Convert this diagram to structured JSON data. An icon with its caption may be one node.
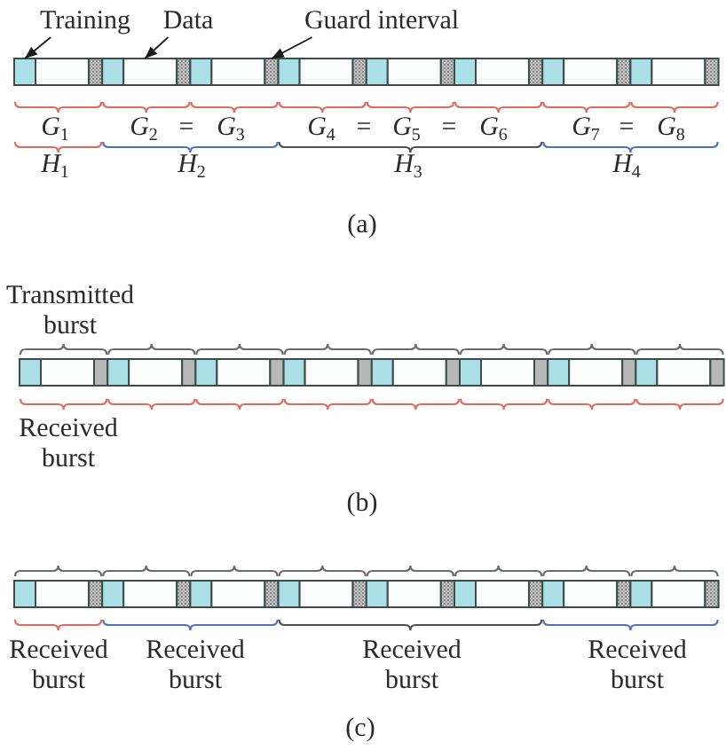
{
  "diagram": {
    "nodes": [
      {
        "text": [
          "Training"
        ]
      },
      {
        "text": [],
        "shape": "box"
      },
      {
        "text": [
          "Data"
        ]
      },
      {
        "text": [],
        "shape": "box"
      },
      {
        "text": [
          "Guard interval"
        ]
      },
      {
        "text": [],
        "shape": "box"
      }
    ],
    "edges": [
      {
        "from": 0,
        "to": 1,
        "arrow": "to"
      },
      {
        "from": 2,
        "to": 3,
        "arrow": "to"
      },
      {
        "from": 4,
        "to": 5,
        "arrow": "to"
      }
    ],
    "labels": [
      "G$_{1}$",
      "G$_{2}$",
      "=",
      "G$_{3}$",
      "G$_{4}$",
      "=",
      "G$_{5}$",
      "=",
      "G$_{6}$",
      "G$_{7}$",
      "=",
      "G$_{8}$",
      "H$_{1}$",
      "H$_{2}$",
      "H$_{3}$",
      "H$_{4}$",
      "(a)",
      "Transmitted burst",
      "Received burst",
      "(b)",
      "Received burst",
      "Received burst",
      "Received burst",
      "Received burst",
      "(c)"
    ]
  }
}
